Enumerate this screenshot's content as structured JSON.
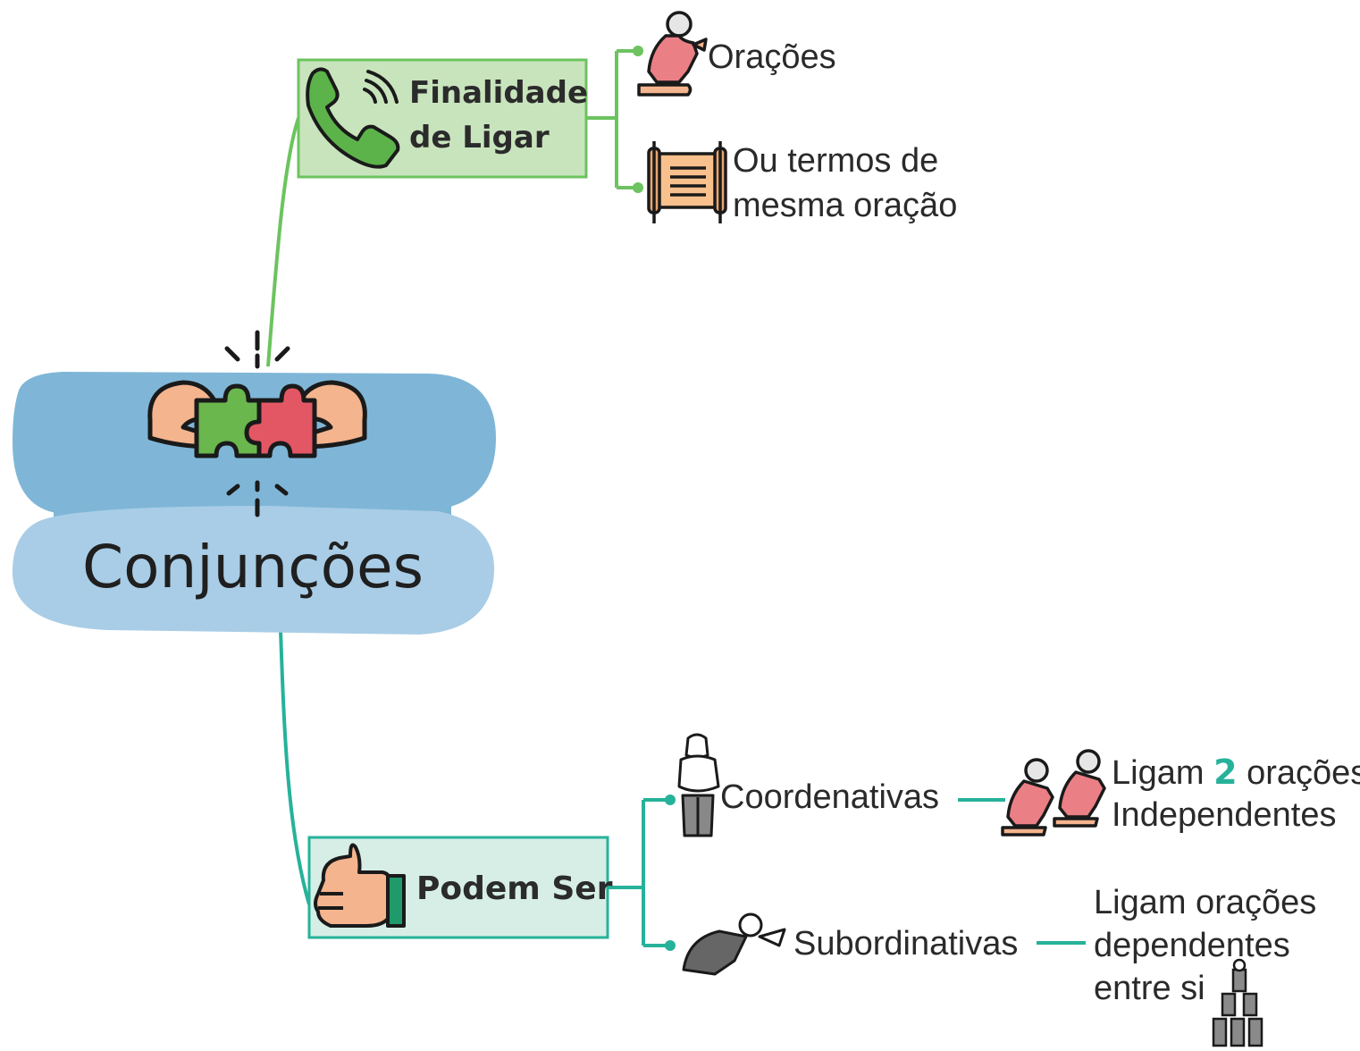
{
  "central": {
    "title": "Conjunções"
  },
  "branch_top": {
    "label_line1": "Finalidade",
    "label_line2": "de Ligar",
    "leaf_1": "Orações",
    "leaf_2_line1": "Ou termos de",
    "leaf_2_line2": "mesma oração"
  },
  "branch_bottom": {
    "label": "Podem Ser",
    "coord": {
      "label": "Coordenativas",
      "detail_pre": "Ligam",
      "detail_number": "2",
      "detail_post": "orações",
      "detail_line2": "Independentes"
    },
    "sub": {
      "label": "Subordinativas",
      "detail_line1": "Ligam orações",
      "detail_line2": "dependentes",
      "detail_line3": "entre si"
    }
  },
  "colors": {
    "green_line": "#6cc35f",
    "green_box_fill": "#c8e4bd",
    "teal_line": "#26b29a",
    "teal_box_fill": "#d6eee6",
    "central_top": "#7fb6d7",
    "central_bottom": "#a9cde6",
    "number_accent": "#26b29a"
  },
  "icons": [
    "praying-person-icon",
    "scroll-icon",
    "phone-icon",
    "thumbs-up-icon",
    "puzzle-hands-icon",
    "standing-person-icon",
    "bowing-person-icon",
    "people-pyramid-icon"
  ]
}
